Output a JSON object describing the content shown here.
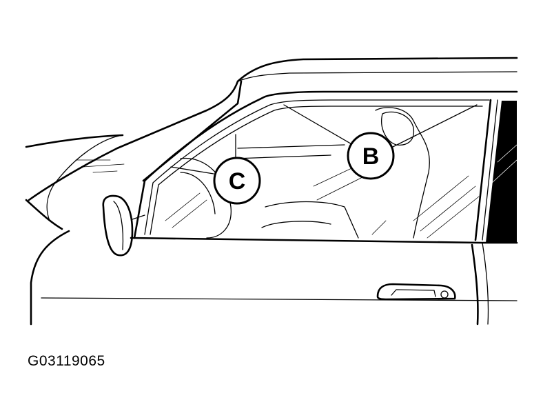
{
  "callouts": [
    {
      "id": "B",
      "label": "B"
    },
    {
      "id": "C",
      "label": "C"
    }
  ],
  "figure_id": "G03119065",
  "colors": {
    "ink": "#000000",
    "paper": "#ffffff"
  }
}
